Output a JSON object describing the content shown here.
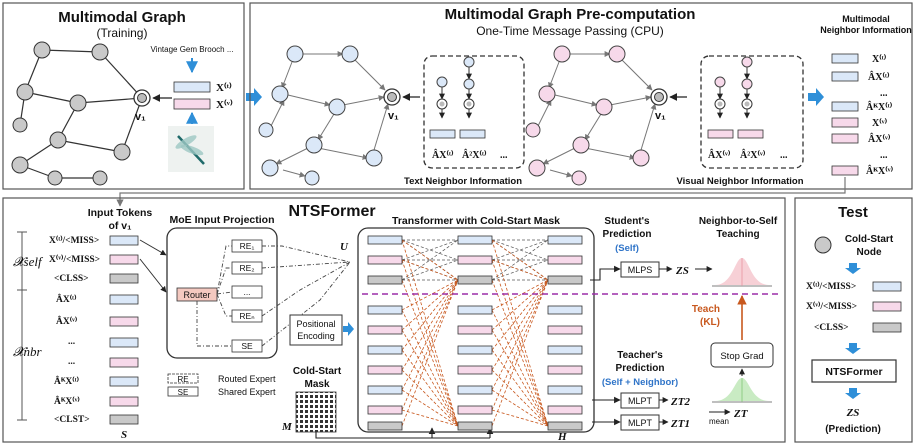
{
  "panels": {
    "graph": {
      "title": "Multimodal Graph",
      "subtitle": "(Training)",
      "node_label": "v₁",
      "caption": "Vintage Gem Brooch ...",
      "x_text": "X⁽ᵗ⁾",
      "x_vis": "X⁽ᵛ⁾"
    },
    "precomp": {
      "title": "Multimodal Graph Pre-computation",
      "subtitle": "One-Time Message Passing (CPU)",
      "node_label": "v₁",
      "text_caption": "Text Neighbor Information",
      "visual_caption": "Visual Neighbor Information",
      "text_labels": [
        "ÂX⁽ᵗ⁾",
        "Â²X⁽ᵗ⁾",
        "..."
      ],
      "visual_labels": [
        "ÂX⁽ᵛ⁾",
        "Â²X⁽ᵛ⁾",
        "..."
      ]
    },
    "neighbor": {
      "title_line1": "Multimodal",
      "title_line2": "Neighbor Information",
      "items": [
        "X⁽ᵗ⁾",
        "ÂX⁽ᵗ⁾",
        "...",
        "ÂᴷX⁽ᵗ⁾",
        "X⁽ᵛ⁾",
        "ÂX⁽ᵛ⁾",
        "...",
        "ÂᴷX⁽ᵛ⁾"
      ]
    },
    "ntsformer": {
      "title": "NTSFormer",
      "tokens_title_1": "Input Tokens",
      "tokens_title_2": "of v₁",
      "x_self": "𝓧self",
      "x_nbr": "𝓧nbr",
      "tokens": [
        "X⁽ᵗ⁾/<MISS>",
        "X⁽ᵛ⁾/<MISS>",
        "<CLSS>",
        "ÂX⁽ᵗ⁾",
        "ÂX⁽ᵛ⁾",
        "...",
        "...",
        "ÂᴷX⁽ᵗ⁾",
        "ÂᴷX⁽ᵛ⁾",
        "<CLST>"
      ],
      "s_label": "S",
      "moe_title": "MoE Input Projection",
      "experts": [
        "RE₁",
        "RE₂",
        "...",
        "REₙ",
        "SE"
      ],
      "router": "Router",
      "legend_routed": "Routed Expert",
      "legend_shared": "Shared Expert",
      "legend_re": "RE",
      "legend_se": "SE",
      "u_label": "U",
      "pos_enc_1": "Positional",
      "pos_enc_2": "Encoding",
      "mask_title_1": "Cold-Start",
      "mask_title_2": "Mask",
      "m_label": "M",
      "transformer_title": "Transformer with Cold-Start Mask",
      "h_label": "H",
      "student_1": "Student's",
      "student_2": "Prediction",
      "student_3": "(Self)",
      "mlp_s": "MLPS",
      "z_s": "ZS",
      "teacher_1": "Teacher's",
      "teacher_2": "Prediction",
      "teacher_3": "(Self + Neighbor)",
      "mlp_t1": "MLPT",
      "mlp_t2": "MLPT",
      "z_t2": "ZT2",
      "z_t1": "ZT1",
      "z_t": "ZT",
      "mean": "mean",
      "n2s_1": "Neighbor-to-Self",
      "n2s_2": "Teaching",
      "teach": "Teach",
      "kl": "(KL)",
      "stop_grad": "Stop Grad"
    },
    "test": {
      "title": "Test",
      "node_1": "Cold-Start",
      "node_2": "Node",
      "tokens": [
        "X⁽ᵗ⁾/<MISS>",
        "X⁽ᵛ⁾/<MISS>",
        "<CLSS>"
      ],
      "model": "NTSFormer",
      "z": "ZS",
      "prediction": "(Prediction)"
    }
  },
  "colors": {
    "blue_fill": "#dbe8f8",
    "pink_fill": "#f7d9ea",
    "gray_node": "#c9c9c9",
    "accent_blue": "#2f8fd8",
    "orange": "#c8581e",
    "purple": "#9b2fa8",
    "student_blue": "#2f74c8"
  }
}
